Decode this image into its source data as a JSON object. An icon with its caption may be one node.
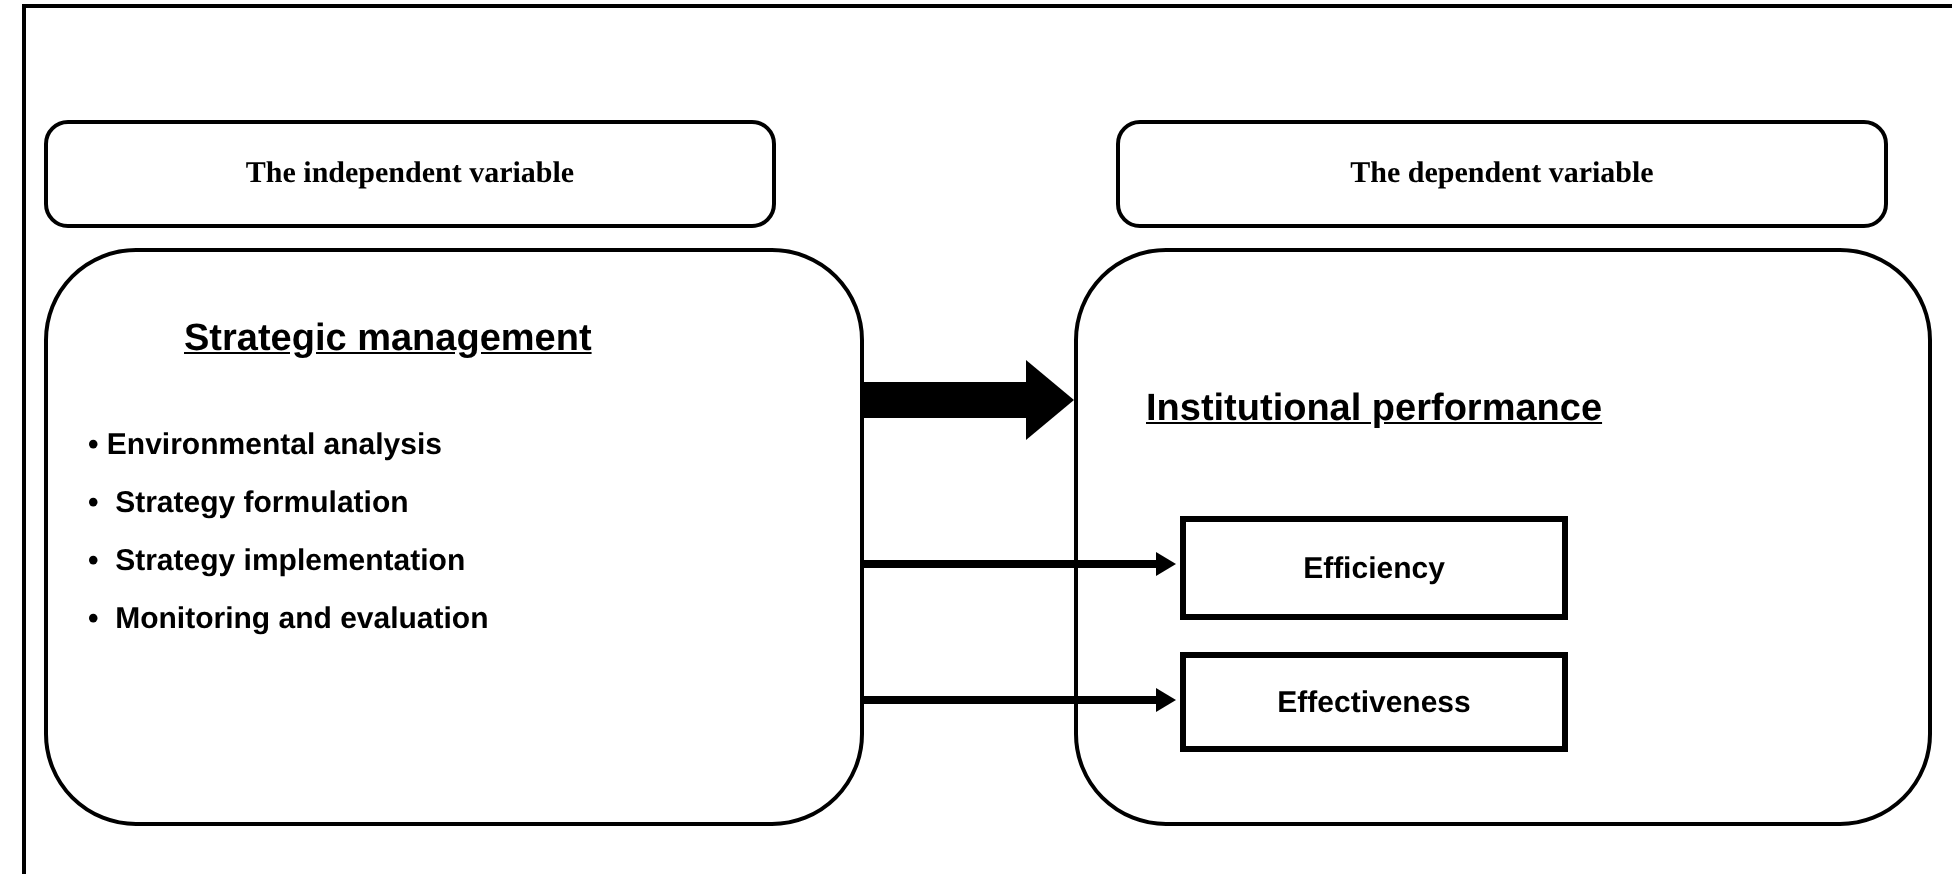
{
  "diagram": {
    "nodes": [
      {
        "text": [
          "The independent variable"
        ]
      },
      {
        "text": [
          "The dependent variable"
        ]
      },
      {
        "text": [
          "Strategic management",
          "• Environmental analysis",
          "•  Strategy formulation",
          "•  Strategy implementation",
          "•  Monitoring and evaluation"
        ]
      },
      {
        "text": [
          "Institutional performance"
        ]
      },
      {
        "text": [
          "Efficiency"
        ],
        "in": 3
      },
      {
        "text": [
          "Effectiveness"
        ],
        "in": 3
      }
    ],
    "edges": [
      {
        "from": 2,
        "to": 3,
        "arrow": "to",
        "style": "thick"
      },
      {
        "from": 2,
        "to": 4,
        "arrow": "to"
      },
      {
        "from": 2,
        "to": 5,
        "arrow": "to"
      }
    ]
  }
}
